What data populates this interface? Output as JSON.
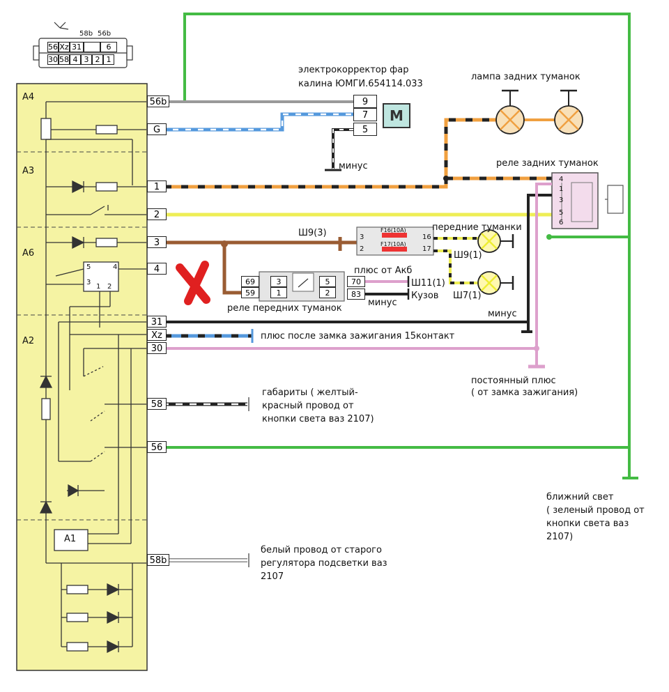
{
  "blocks": [
    "A4",
    "A3",
    "A6",
    "A2"
  ],
  "a1_label": "A1",
  "internal_pins": {
    "p5": "5",
    "p4": "4",
    "p3": "3",
    "p1": "1",
    "p2": "2"
  },
  "pins": [
    "56b",
    "G",
    "1",
    "2",
    "3",
    "4",
    "31",
    "Xz",
    "30",
    "58",
    "56",
    "58b"
  ],
  "connector_top": {
    "top_labels": [
      "58b",
      "56b"
    ],
    "row1": [
      "56",
      "Xz",
      "31",
      "",
      "6"
    ],
    "row2": [
      "30",
      "58",
      "4",
      "3",
      "2",
      "1"
    ]
  },
  "corrector": {
    "title_line1": "электрокорректор фар",
    "title_line2": "калина ЮМГИ.654114.033",
    "pins": [
      "9",
      "7",
      "5"
    ],
    "motor": "M",
    "minus": "минус"
  },
  "rear_lamps_label": "лампа задних туманок",
  "rear_relay": {
    "label": "реле задних туманок",
    "pins": [
      "4",
      "1",
      "3",
      "5",
      "6"
    ]
  },
  "front_lamps_label": "передние туманки",
  "fuse_block": {
    "label": "Ш9(3)",
    "fuse1": "F16(10A)",
    "fuse2": "F17(10A)",
    "pins_left": [
      "3",
      "2"
    ],
    "pins_right": [
      "16",
      "17"
    ]
  },
  "sh9_1": "Ш9(1)",
  "sh7_1": "Ш7(1)",
  "front_relay": {
    "label": "реле передних туманок",
    "pins_left": [
      "69",
      "59"
    ],
    "inner_left": [
      "3",
      "1"
    ],
    "inner_right": [
      "5",
      "2"
    ],
    "pins_right": [
      "70",
      "83"
    ]
  },
  "plus_akb": "плюс от Акб",
  "sh11_1": "Ш11(1)",
  "minus_front": "минус",
  "kuzov": "Кузов",
  "minus_31": "минус",
  "xz_label": "плюс после замка зажигания 15контакт",
  "const_plus": "постоянный плюс\n( от замка зажигания)",
  "gabarity": "габариты ( желтый-\nкрасный провод от\nкнопки света ваз 2107)",
  "blizhniy": "ближний свет\n( зеленый провод от\nкнопки света ваз\n2107)",
  "beliy": "белый провод от старого\nрегулятора подсветки ваз\n2107",
  "colors": {
    "panel": "#f5f3a3",
    "green": "#44bb44",
    "orange": "#f0a040",
    "yellow": "#eeee55",
    "brown": "#9a5c33",
    "pink": "#dda0cc",
    "blue": "#5599dd",
    "gray": "#999999",
    "red_mark": "#e02020"
  }
}
